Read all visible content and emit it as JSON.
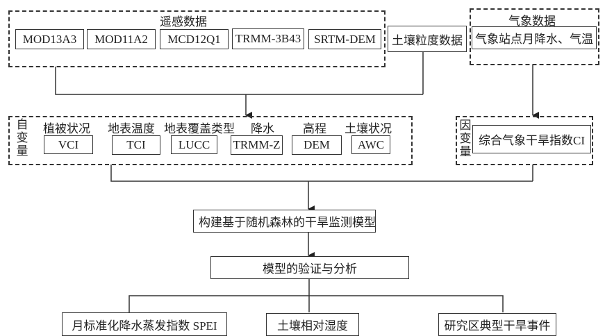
{
  "remote_sensing": {
    "title": "遥感数据",
    "items": [
      "MOD13A3",
      "MOD11A2",
      "MCD12Q1",
      "TRMM-3B43",
      "SRTM-DEM"
    ]
  },
  "soil_data": {
    "label": "土壤粒度数据"
  },
  "meteorological": {
    "title": "气象数据",
    "item": "气象站点月降水、气温"
  },
  "independent_vars": {
    "side_label": [
      "自",
      "变",
      "量"
    ],
    "items": [
      {
        "category": "植被状况",
        "code": "VCI"
      },
      {
        "category": "地表温度",
        "code": "TCI"
      },
      {
        "category": "地表覆盖类型",
        "code": "LUCC"
      },
      {
        "category": "降水",
        "code": "TRMM-Z"
      },
      {
        "category": "高程",
        "code": "DEM"
      },
      {
        "category": "土壤状况",
        "code": "AWC"
      }
    ]
  },
  "dependent_var": {
    "side_label": [
      "因",
      "变",
      "量"
    ],
    "item": "综合气象干旱指数CI"
  },
  "model": {
    "label": "构建基于随机森林的干旱监测模型"
  },
  "validation": {
    "label": "模型的验证与分析"
  },
  "outputs": [
    "月标准化降水蒸发指数 SPEI",
    "土壤相对湿度",
    "研究区典型干旱事件"
  ]
}
